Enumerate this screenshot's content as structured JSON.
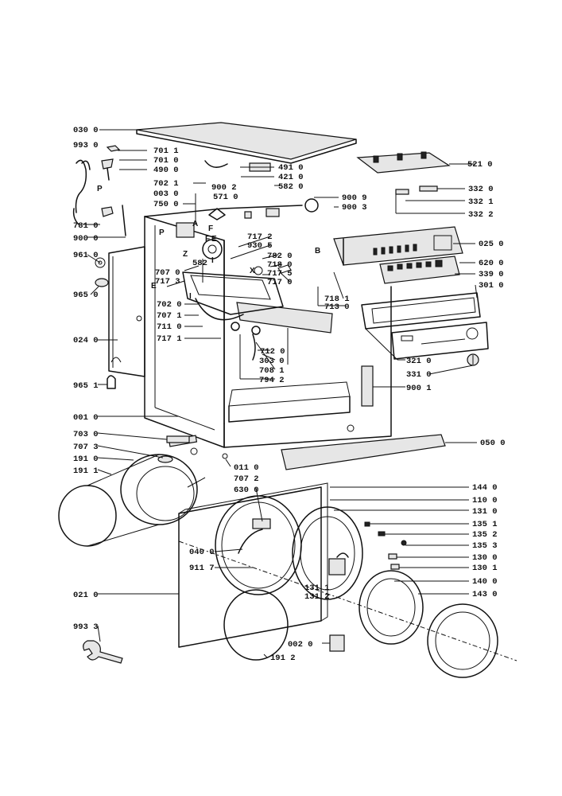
{
  "labels": {
    "l0300": "030 0",
    "l9930": "993 0",
    "l7011": "701 1",
    "l7010": "701 0",
    "l4900": "490 0",
    "l4910": "491 0",
    "l4210": "421 0",
    "l5820a": "582 0",
    "l5210": "521 0",
    "l3320": "332 0",
    "l3321": "332 1",
    "l3322": "332 2",
    "l9009": "900 9",
    "l9003": "900 3",
    "l9002": "900 2",
    "l5710": "571 0",
    "l7021": "702 1",
    "l0030": "003 0",
    "l7500": "750 0",
    "l7810": "781 0",
    "l9000": "900 0",
    "l9610": "961 0",
    "l9650": "965 0",
    "l5820b": "582",
    "l7172": "717 2",
    "l9305": "930 5",
    "l7820": "782 0",
    "l7180": "718 0",
    "l7175": "717 5",
    "l7170": "717 0",
    "l7070": "707 0",
    "l7173": "717 3",
    "l7020": "702 0",
    "l7071": "707 1",
    "l7110": "711 0",
    "l7171": "717 1",
    "l0240": "024 0",
    "l0250": "025 0",
    "l6200": "620 0",
    "l3390": "339 0",
    "l3010": "301 0",
    "l7181": "718 1",
    "l7130": "713 0",
    "l7120": "712 0",
    "l3030": "303 0",
    "l7081": "708 1",
    "l7942": "794 2",
    "l3210": "321 0",
    "l3310": "331 0",
    "l9001": "900 1",
    "l9651": "965 1",
    "l0010": "001 0",
    "l7030": "703 0",
    "l7073": "707 3",
    "l1910": "191 0",
    "l1911": "191 1",
    "l0110": "011 0",
    "l7072": "707 2",
    "l6300": "630 0",
    "l0500": "050 0",
    "l1440": "144 0",
    "l1100": "110 0",
    "l1310": "131 0",
    "l1351": "135 1",
    "l1352": "135 2",
    "l1353": "135 3",
    "l1300": "130 0",
    "l1301": "130 1",
    "l0400": "040 0",
    "l9117": "911 7",
    "l1311": "131 1",
    "l1312": "131 2",
    "l1400": "140 0",
    "l1430": "143 0",
    "l0210": "021 0",
    "l9933": "993 3",
    "l0020": "002 0",
    "l1912": "191 2"
  },
  "marks": {
    "mA": "A",
    "mF1": "F",
    "mP1": "P",
    "mP2": "P",
    "mE1": "E",
    "mF2": "F",
    "mI1": "I",
    "mZ": "Z",
    "mX": "X",
    "mB": "B",
    "mE2": "E",
    "mI2": "I"
  }
}
